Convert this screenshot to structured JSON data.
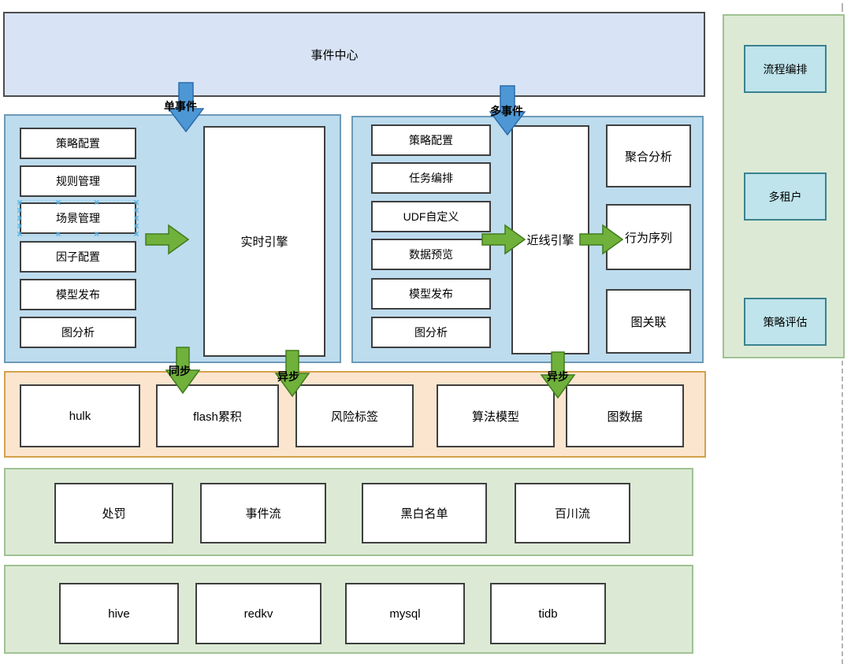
{
  "title": "事件中心",
  "flow_labels": {
    "single_event": "单事件",
    "multi_event": "多事件",
    "sync": "同步",
    "async_left": "异步",
    "async_right": "异步"
  },
  "left_panel": {
    "items": [
      "策略配置",
      "规则管理",
      "场景管理",
      "因子配置",
      "模型发布",
      "图分析"
    ],
    "engine": "实时引擎"
  },
  "right_panel": {
    "items": [
      "策略配置",
      "任务编排",
      "UDF自定义",
      "数据预览",
      "模型发布",
      "图分析"
    ],
    "engine": "近线引擎",
    "outputs": [
      "聚合分析",
      "行为序列",
      "图关联"
    ]
  },
  "storage_band": {
    "items": [
      "hulk",
      "flash累积",
      "风险标签",
      "算法模型",
      "图数据"
    ]
  },
  "stream_band": {
    "items": [
      "处罚",
      "事件流",
      "黑白名单",
      "百川流"
    ]
  },
  "db_band": {
    "items": [
      "hive",
      "redkv",
      "mysql",
      "tidb"
    ]
  },
  "sidebar": {
    "items": [
      "流程编排",
      "多租户",
      "策略评估"
    ]
  },
  "colors": {
    "top_blue": "#d8e4f5",
    "panel_blue": "#bddcee",
    "band_orange": "#fbe5cf",
    "band_green": "#dcead5",
    "sidebar_box_fill": "#bfe4eb",
    "sidebar_box_border": "#3a818f",
    "arrow_blue": "#4e97d5",
    "arrow_green": "#70b13c",
    "box_border": "#3f3f3f",
    "selection_blue": "#55b1e3"
  }
}
